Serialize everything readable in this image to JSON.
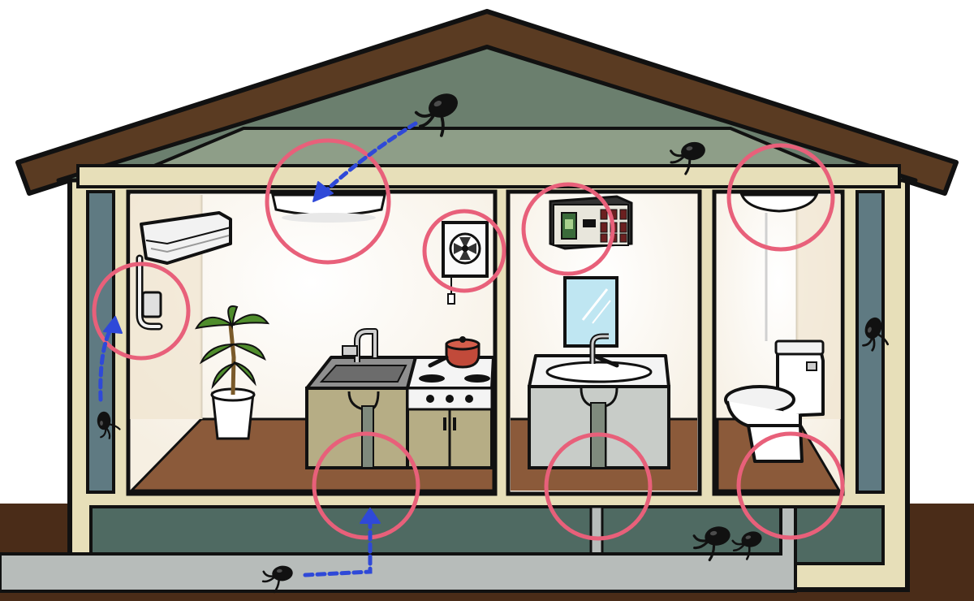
{
  "colors": {
    "outline": "#111111",
    "roof": "#5a3b22",
    "attic": "#6b7f6e",
    "ceiling_band": "#8e9e88",
    "wall_frame": "#e7dfb9",
    "wall_cavity": "#5f7a82",
    "room_wall": "#f6efe2",
    "floor": "#8b5a3a",
    "crawlspace": "#4f6a62",
    "ground": "#4a2c18",
    "pipe": "#b7bcba",
    "highlight_circle": "#e8607a",
    "path_arrow": "#2f49d8",
    "pest": "#111111"
  },
  "icons": {
    "ceiling-light": "ceiling-light-icon",
    "air-conditioner": "air-conditioner-icon",
    "ventilation-fan": "ventilation-fan-icon",
    "breaker-panel": "breaker-panel-icon",
    "potted-plant": "potted-plant-icon",
    "kitchen-sink": "kitchen-sink-icon",
    "stove-with-pot": "stove-icon",
    "washbasin-mirror": "washbasin-icon",
    "toilet": "toilet-icon",
    "pest": "pest-icon",
    "entry-arrow": "dashed-arrow-icon"
  },
  "highlight_points": [
    "ceiling-light-living",
    "air-conditioner-hose",
    "ventilation-fan",
    "breaker-panel",
    "ceiling-light-toilet",
    "sink-drain-pipe",
    "washbasin-drain-pipe",
    "toilet-drain-pipe"
  ],
  "entry_paths": [
    "attic-to-living-light",
    "wall-cavity-to-air-conditioner",
    "sewer-pipe-to-sink-drain"
  ]
}
